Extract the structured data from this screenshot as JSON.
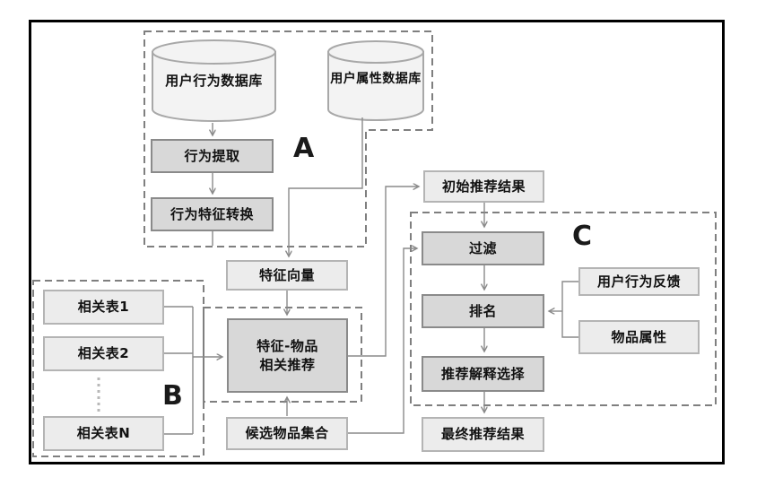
{
  "diagram": {
    "groups": {
      "a": "A",
      "b": "B",
      "c": "C"
    },
    "nodes": {
      "db_behavior": "用户行为数据库",
      "db_attribute": "用户属性数据库",
      "behavior_extract": "行为提取",
      "behavior_convert": "行为特征转换",
      "feature_vector": "特征向量",
      "related_table_1": "相关表1",
      "related_table_2": "相关表2",
      "related_table_n": "相关表N",
      "feature_item_rec": "特征-物品\n相关推荐",
      "candidate_items": "候选物品集合",
      "initial_results": "初始推荐结果",
      "filter": "过滤",
      "ranking": "排名",
      "explain_select": "推荐解释选择",
      "final_results": "最终推荐结果",
      "user_feedback": "用户行为反馈",
      "item_attrs": "物品属性"
    },
    "colors": {
      "line": "#8a8a8a",
      "dashed": "#7f7f7f",
      "box_light_fill": "#ececec",
      "box_light_border": "#b4b4b4",
      "box_dark_fill": "#d8d8d8",
      "box_dark_border": "#8a8a8a",
      "cylinder_fill": "#f3f3f3",
      "cylinder_stroke": "#a8a8a8",
      "frame": "#000000"
    }
  }
}
